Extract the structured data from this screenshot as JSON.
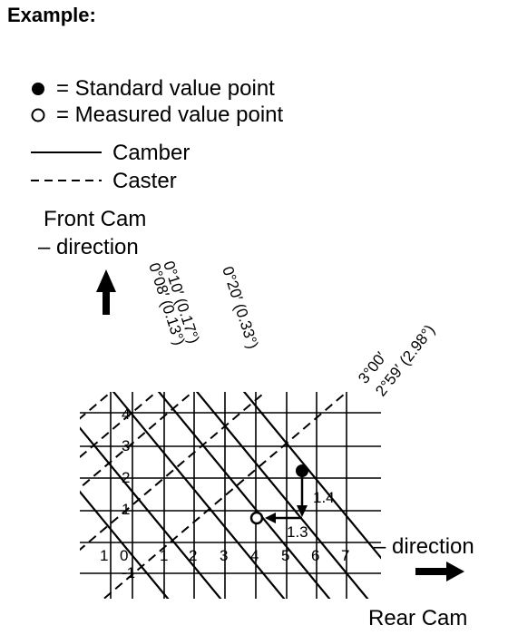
{
  "heading": "Example:",
  "legend": {
    "standard_label": "= Standard value point",
    "measured_label": "= Measured value point",
    "camber_label": "Camber",
    "caster_label": "Caster"
  },
  "front_cam_line1": "Front Cam",
  "front_cam_line2": "– direction",
  "rear_cam_dir": "– direction",
  "rear_cam": "Rear Cam",
  "camber_lines": [
    {
      "line1": "0°10′ (0.17°)",
      "line2": "0°08′ (0.13°)"
    },
    {
      "line1": "0°20′ (0.33°)"
    }
  ],
  "caster_lines": [
    {
      "line1": "3°00′",
      "line2": "2°59′ (2.98°)"
    }
  ],
  "y_ticks": [
    "4",
    "3",
    "2",
    "1",
    "-1"
  ],
  "x_ticks": [
    "1",
    "0",
    "1",
    "2",
    "3",
    "4",
    "5",
    "6",
    "7"
  ],
  "adjustments": {
    "front": "1.4",
    "rear": "1.3"
  }
}
